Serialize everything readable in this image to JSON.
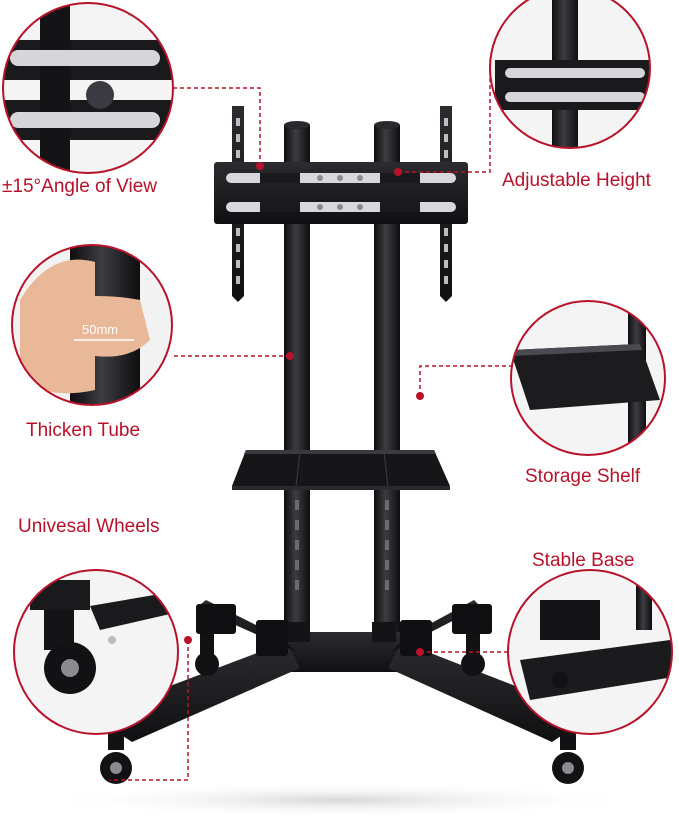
{
  "labels": {
    "angle": "±15°Angle of View",
    "height": "Adjustable Height",
    "tube": "Thicken Tube",
    "tube_dim": "50mm",
    "shelf": "Storage Shelf",
    "wheels": "Univesal Wheels",
    "base": "Stable Base"
  },
  "colors": {
    "accent": "#b8122b",
    "metal": "#1b1b1d",
    "metal_highlight": "#4a4a50"
  }
}
